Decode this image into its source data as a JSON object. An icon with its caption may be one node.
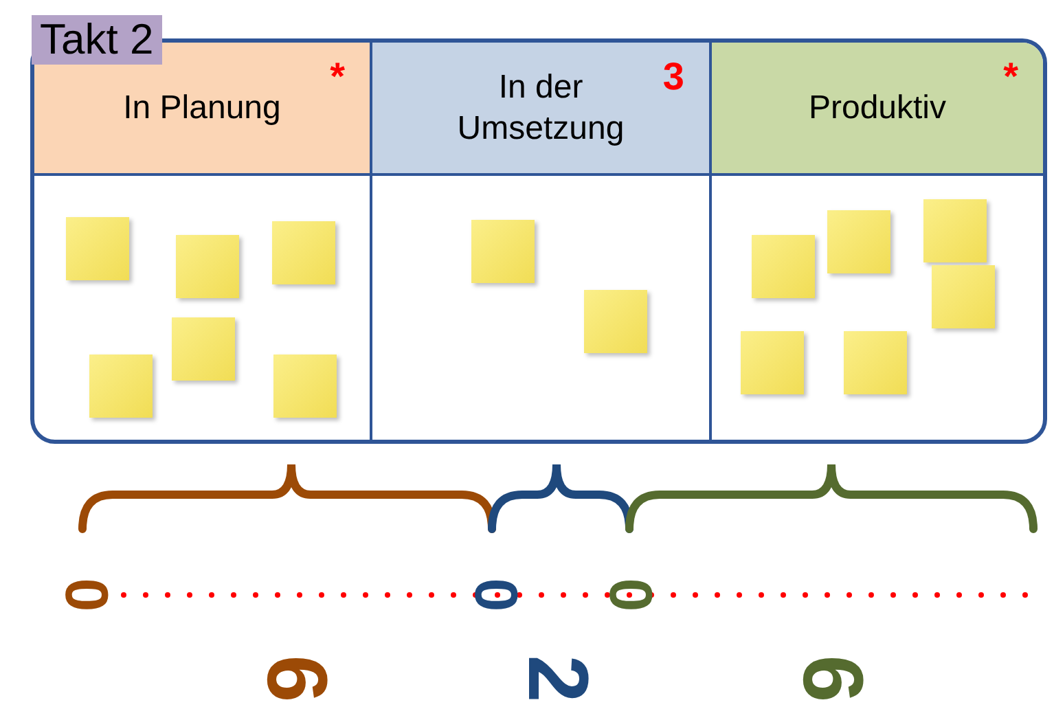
{
  "diagram": {
    "nodes": [
      {
        "text": [
          "Takt 2"
        ]
      },
      {
        "text": [
          "In Planung",
          "*"
        ],
        "in": 0
      },
      {
        "text": [
          "In der Umsetzung",
          "3"
        ],
        "in": 0
      },
      {
        "text": [
          "Produktiv",
          "*"
        ],
        "in": 0
      }
    ],
    "labels": [
      "0",
      "0",
      "0",
      "6",
      "2",
      "6"
    ]
  }
}
